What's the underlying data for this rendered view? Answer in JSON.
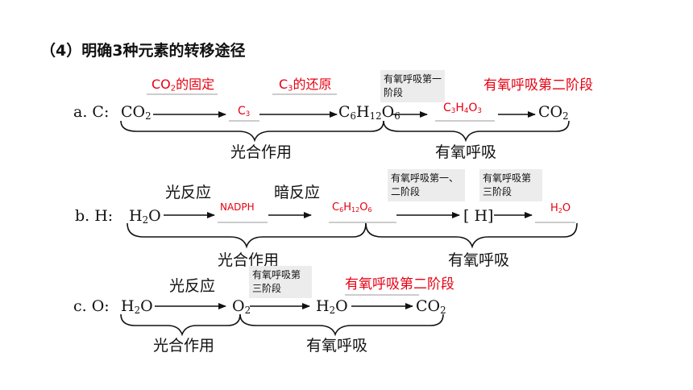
{
  "title": "（4）明确3种元素的转移途径",
  "row_a": {
    "label": "a. C:",
    "co2": "CO",
    "co2_sub": "2",
    "step1": "CO",
    "step1_sub": "2",
    "step1_tail": "的固定",
    "c3": "C",
    "c3_sub": "3",
    "step2": "C",
    "step2_sub": "3",
    "step2_tail": "的还原",
    "glucose": [
      "C",
      "6",
      "H",
      "12",
      "O",
      "6"
    ],
    "step3": "有氧呼吸第一阶段",
    "pyruvate": [
      "C",
      "3",
      "H",
      "4",
      "O",
      "3"
    ],
    "step4": "有氧呼吸第二阶段",
    "end": "CO",
    "end_sub": "2",
    "brace1": "光合作用",
    "brace2": "有氧呼吸"
  },
  "row_b": {
    "label": "b. H:",
    "h2o": "H",
    "h2o_sub": "2",
    "h2o_tail": "O",
    "step1": "光反应",
    "nadph": "NADPH",
    "step2": "暗反应",
    "glucose": [
      "C",
      "6",
      "H",
      "12",
      "O",
      "6"
    ],
    "step3": "有氧呼吸第一、二阶段",
    "h": "[ H]",
    "step4": "有氧呼吸第三阶段",
    "end": "H",
    "end_sub": "2",
    "end_tail": "O",
    "brace1": "光合作用",
    "brace2": "有氧呼吸"
  },
  "row_c": {
    "label": "c. O:",
    "h2o": "H",
    "h2o_sub": "2",
    "h2o_tail": "O",
    "step1": "光反应",
    "o2": "O",
    "o2_sub": "2",
    "step2": "有氧呼吸第三阶段",
    "h2o2": "H",
    "h2o2_sub": "2",
    "h2o2_tail": "O",
    "step3": "有氧呼吸第二阶段",
    "end": "CO",
    "end_sub": "2",
    "brace1": "光合作用",
    "brace2": "有氧呼吸"
  },
  "colors": {
    "red": "#e60012",
    "gray_box": "#ececec"
  }
}
